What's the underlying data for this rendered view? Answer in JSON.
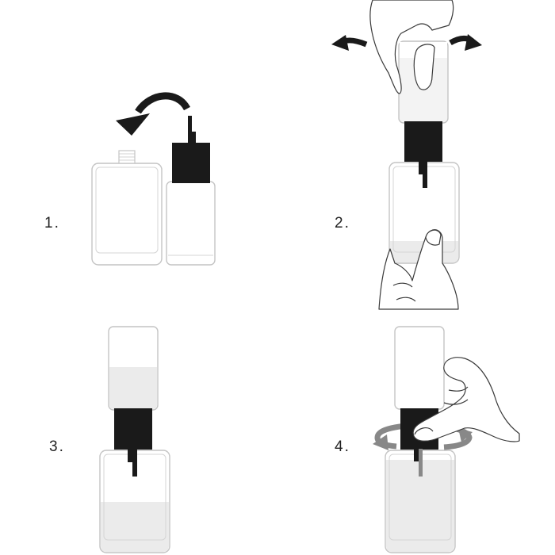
{
  "steps": [
    {
      "number": "1.",
      "description_icon": "uncap-and-invert-refill-icon"
    },
    {
      "number": "2.",
      "description_icon": "screw-refill-onto-bottle-icon"
    },
    {
      "number": "3.",
      "description_icon": "refill-flowing-icon"
    },
    {
      "number": "4.",
      "description_icon": "unscrew-refill-icon"
    }
  ],
  "colors": {
    "outline": "#c4c4c4",
    "liquid": "#ebebeb",
    "cap": "#1a1a1a",
    "arrow": "#1a1a1a",
    "rotate_arrow_grey": "#888888",
    "skin": "#ffffff",
    "skin_line": "#3a3a3a"
  }
}
